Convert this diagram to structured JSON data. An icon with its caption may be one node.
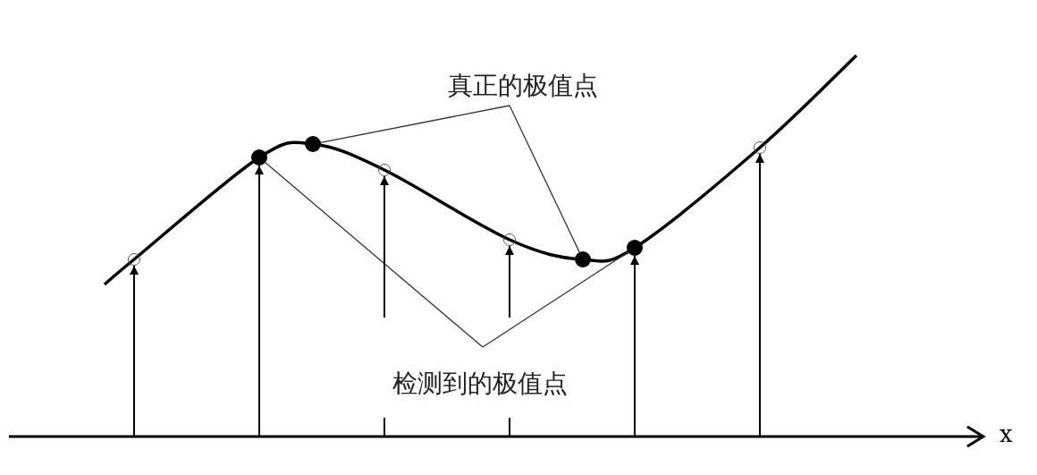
{
  "diagram": {
    "nodes": [
      {
        "text": [
          "真正的极值点"
        ]
      },
      {
        "text": [
          "检测到的极值点"
        ]
      },
      {
        "text": [],
        "shape": "circle"
      },
      {
        "text": [],
        "shape": "dot"
      },
      {
        "text": [],
        "shape": "dot"
      },
      {
        "text": [],
        "shape": "circle"
      },
      {
        "text": [],
        "shape": "circle"
      },
      {
        "text": [],
        "shape": "dot"
      },
      {
        "text": [],
        "shape": "dot"
      },
      {
        "text": [],
        "shape": "circle"
      }
    ],
    "edges": [
      {
        "from": 0,
        "to": 4,
        "arrow": "none"
      },
      {
        "from": 0,
        "to": 7,
        "arrow": "none"
      },
      {
        "from": 1,
        "to": 3,
        "arrow": "none"
      },
      {
        "from": 1,
        "to": 8,
        "arrow": "none"
      },
      {
        "from": null,
        "to": 2,
        "arrow": "to"
      },
      {
        "from": null,
        "to": 3,
        "arrow": "to"
      },
      {
        "from": null,
        "to": 5,
        "arrow": "to"
      },
      {
        "from": null,
        "to": 6,
        "arrow": "to"
      },
      {
        "from": null,
        "to": 8,
        "arrow": "to"
      },
      {
        "from": null,
        "to": 9,
        "arrow": "to"
      }
    ],
    "labels": [
      "x"
    ]
  }
}
